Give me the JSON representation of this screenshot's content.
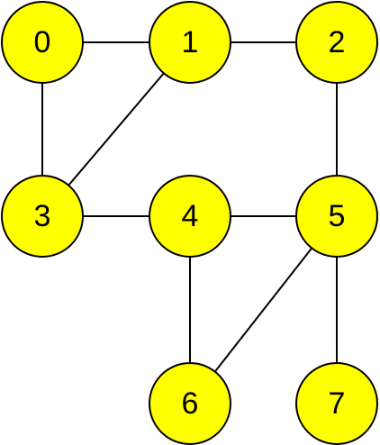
{
  "graph": {
    "node_fill": "#FFFF00",
    "node_stroke": "#000000",
    "edge_color": "#000000",
    "nodes": [
      {
        "id": "0",
        "label": "0"
      },
      {
        "id": "1",
        "label": "1"
      },
      {
        "id": "2",
        "label": "2"
      },
      {
        "id": "3",
        "label": "3"
      },
      {
        "id": "4",
        "label": "4"
      },
      {
        "id": "5",
        "label": "5"
      },
      {
        "id": "6",
        "label": "6"
      },
      {
        "id": "7",
        "label": "7"
      }
    ],
    "edges": [
      [
        "0",
        "1"
      ],
      [
        "1",
        "2"
      ],
      [
        "0",
        "3"
      ],
      [
        "1",
        "3"
      ],
      [
        "2",
        "5"
      ],
      [
        "3",
        "4"
      ],
      [
        "4",
        "5"
      ],
      [
        "4",
        "6"
      ],
      [
        "5",
        "6"
      ],
      [
        "5",
        "7"
      ]
    ]
  }
}
